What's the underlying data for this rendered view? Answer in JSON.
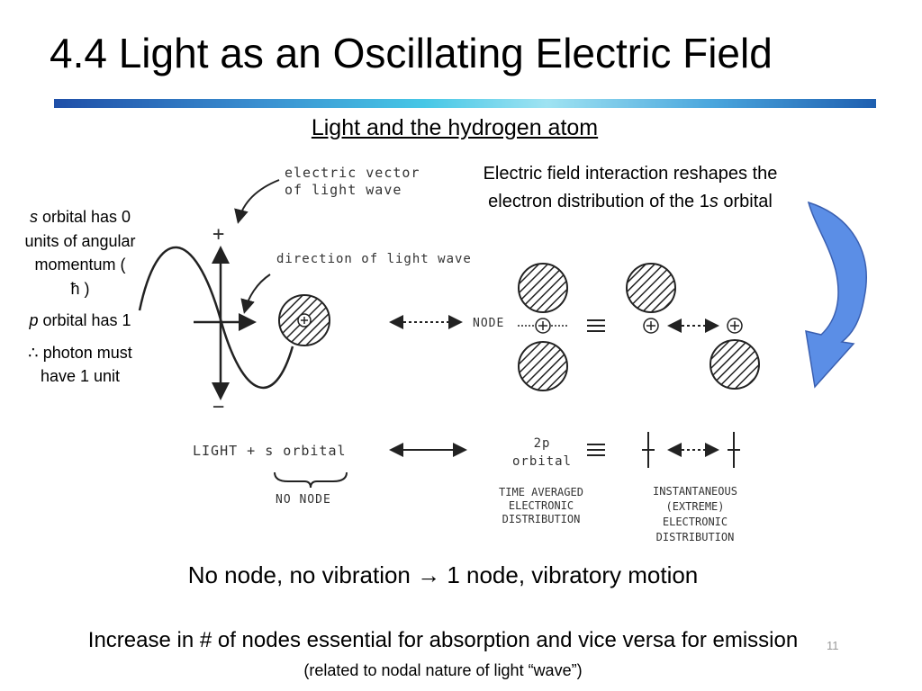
{
  "slide": {
    "title": "4.4  Light as an Oscillating Electric Field",
    "subtitle": "Light and the hydrogen atom",
    "page_number": "11"
  },
  "left_notes": {
    "s_italic": "s",
    "s_text": " orbital has 0 units of angular momentum   (",
    "hbar": "ħ",
    "s_close": " )",
    "p_italic": "p",
    "p_text": " orbital has 1",
    "therefore": "∴",
    "photon_text": " photon must have 1 unit"
  },
  "right_note": {
    "line1": "Electric field interaction reshapes the electron distribution of the 1",
    "italic": "s",
    "line2": " orbital"
  },
  "diagram": {
    "electric_vector_label_1": "electric  vector",
    "electric_vector_label_2": "of  light  wave",
    "direction_label": "direction  of  light  wave",
    "plus": "+",
    "minus": "−",
    "node_label": "NODE",
    "light_plus_s": "LIGHT  +  s  orbital",
    "no_node": "NO NODE",
    "two_p_1": "2p",
    "two_p_2": "orbital",
    "time_avg_1": "TIME AVERAGED",
    "time_avg_2": "ELECTRONIC",
    "time_avg_3": "DISTRIBUTION",
    "inst_1": "INSTANTANEOUS",
    "inst_2": "(EXTREME)",
    "inst_3": "ELECTRONIC",
    "inst_4": "DISTRIBUTION"
  },
  "conclusions": {
    "line1_a": "No node, no vibration ",
    "arrow": "→",
    "line1_b": " 1 node, vibratory motion",
    "line2": "Increase in # of nodes essential for absorption and vice versa for emission",
    "line3": "(related to nodal nature of light “wave”)"
  },
  "colors": {
    "accent_blue": "#4a7fd6",
    "arrow_blue": "#5b8ee6"
  }
}
